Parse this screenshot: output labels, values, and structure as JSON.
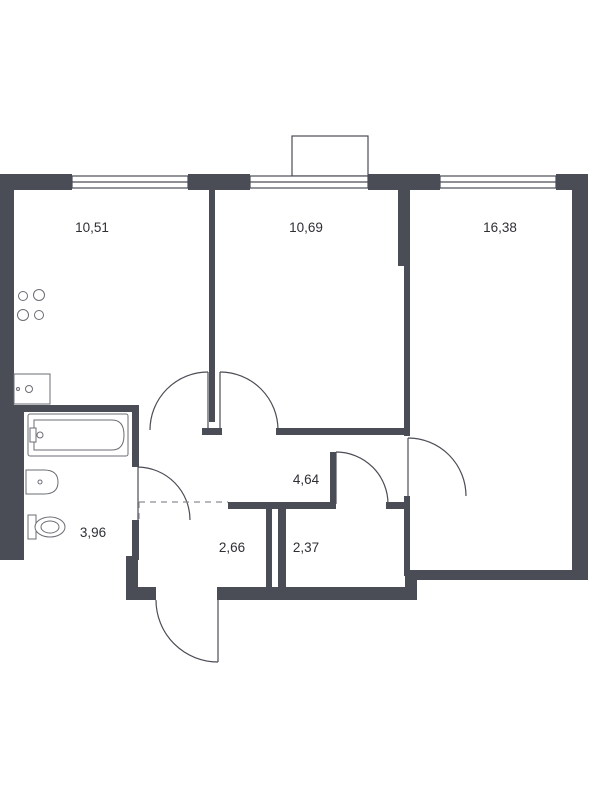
{
  "rooms": [
    {
      "id": "kitchen",
      "area": "10,51"
    },
    {
      "id": "bedroom",
      "area": "10,69"
    },
    {
      "id": "living-room",
      "area": "16,38"
    },
    {
      "id": "bathroom",
      "area": "3,96"
    },
    {
      "id": "hall",
      "area": "4,64"
    },
    {
      "id": "entrance",
      "area": "2,66"
    },
    {
      "id": "closet",
      "area": "2,37"
    }
  ],
  "colors": {
    "wall": "#4a4d55",
    "label": "#2e3036",
    "background": "#ffffff"
  }
}
